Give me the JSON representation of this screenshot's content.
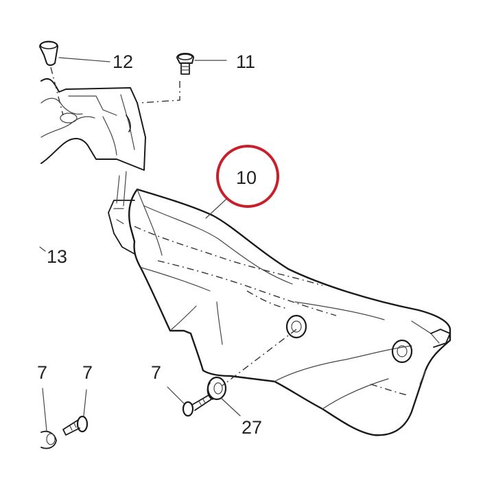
{
  "diagram": {
    "callouts": [
      {
        "id": "12",
        "text": "12"
      },
      {
        "id": "11",
        "text": "11"
      },
      {
        "id": "10",
        "text": "10"
      },
      {
        "id": "13",
        "text": "13"
      },
      {
        "id": "7a",
        "text": "7"
      },
      {
        "id": "7b",
        "text": "7"
      },
      {
        "id": "7c",
        "text": "7"
      },
      {
        "id": "27",
        "text": "27"
      }
    ],
    "highlight": {
      "callout": "10",
      "color": "#c8202a"
    },
    "line_color": "#1a1a1a"
  }
}
